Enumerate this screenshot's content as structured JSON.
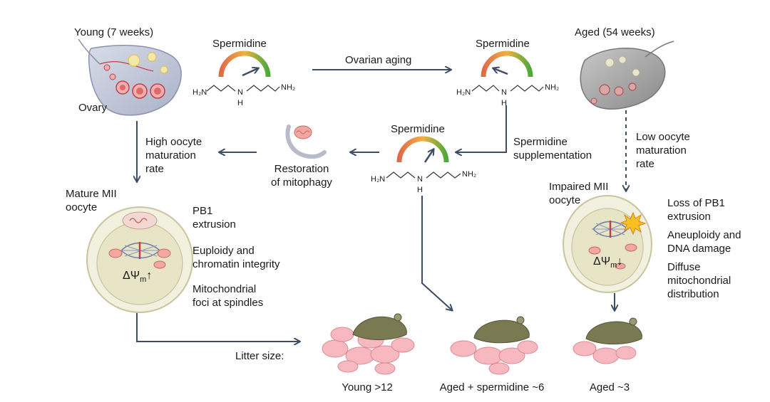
{
  "labels": {
    "young": "Young (7 weeks)",
    "aged": "Aged (54 weeks)",
    "ovary": "Ovary",
    "spermidine": "Spermidine",
    "ovarian_aging": "Ovarian aging",
    "high_rate": [
      "High oocyte",
      "maturation",
      "rate"
    ],
    "low_rate": [
      "Low oocyte",
      "maturation",
      "rate"
    ],
    "restoration": [
      "Restoration",
      "of mitophagy"
    ],
    "supplementation": [
      "Spermidine",
      "supplementation"
    ],
    "mature": [
      "Mature MII",
      "oocyte"
    ],
    "impaired": [
      "Impaired MII",
      "oocyte"
    ],
    "young_features": [
      "PB1",
      "extrusion",
      "Euploidy and",
      "chromatin integrity",
      "Mitochondrial",
      "foci at spindles"
    ],
    "aged_features": [
      "Loss of PB1",
      "extrusion",
      "Aneuploidy and",
      "DNA damage",
      "Diffuse",
      "mitochondrial",
      "distribution"
    ],
    "delta_psi": "ΔΨ",
    "delta_sub": "m",
    "litter": "Litter size:",
    "litter_young": "Young >12",
    "litter_sperm": "Aged + spermidine ~6",
    "litter_aged": "Aged ~3",
    "chem": {
      "h2n": "H₂N",
      "nh2": "NH₂",
      "n": "N",
      "h": "H"
    }
  },
  "colors": {
    "arrow": "#3d4d63",
    "ovary_young": "#c9cedd",
    "ovary_aged": "#9a9a9a",
    "oocyte_fill": "#e7e5c6",
    "oocyte_ring": "#f2f0de",
    "mito": "#f2a8a0",
    "mouse": "#7a7a52",
    "pup": "#f7b8c0"
  }
}
